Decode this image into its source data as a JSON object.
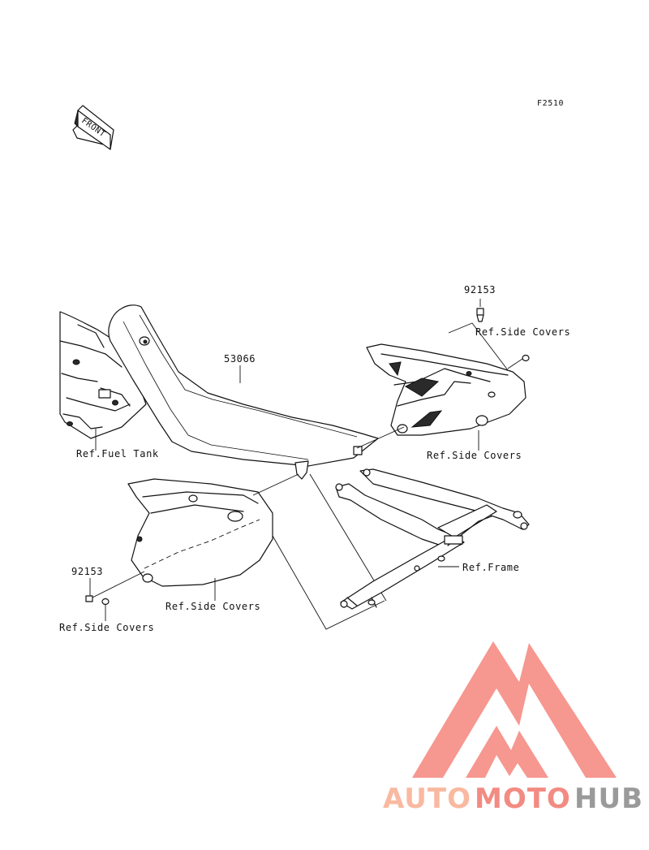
{
  "figure_code": "F2510",
  "front_indicator": "FRONT",
  "labels": {
    "seat_part": "53066",
    "fuel_tank_ref": "Ref.Fuel Tank",
    "side_covers_ref_right_top": "Ref.Side Covers",
    "side_covers_ref_right": "Ref.Side Covers",
    "side_covers_ref_left": "Ref.Side Covers",
    "side_covers_ref_left_bottom": "Ref.Side Covers",
    "bolt_part_top": "92153",
    "bolt_part_left": "92153",
    "frame_ref": "Ref.Frame"
  },
  "watermark": {
    "part1": "AUTO",
    "part2": "MOTO",
    "part3": "HUB",
    "color1": "#f9b9a0",
    "color2": "#f28b82",
    "color3": "#9a9a9a",
    "logo_color": "#f4857c"
  }
}
